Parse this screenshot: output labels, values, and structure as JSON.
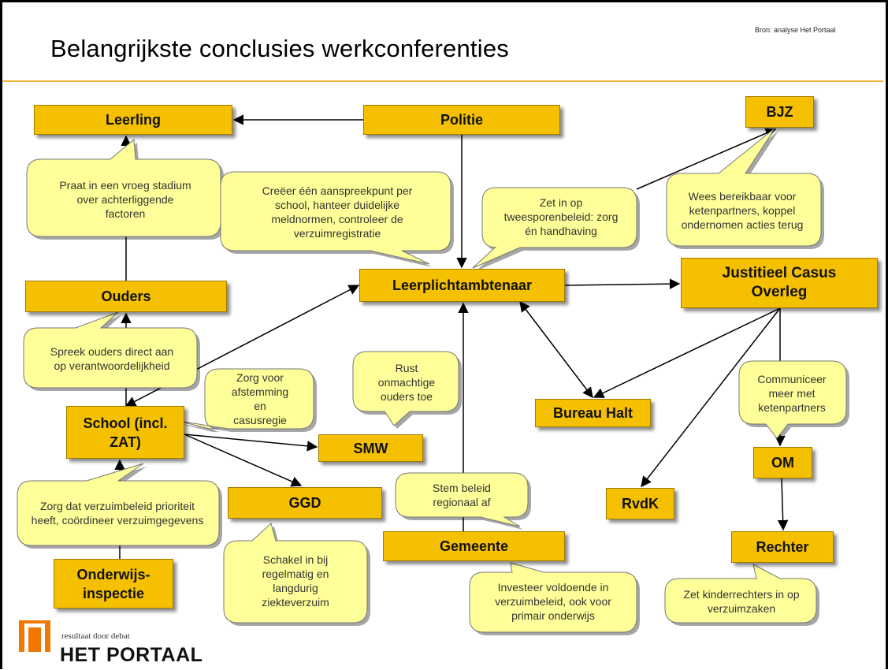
{
  "title": "Belangrijkste conclusies werkconferenties",
  "source": "Bron: analyse Het Portaal",
  "colors": {
    "box_fill": "#f5c000",
    "note_fill": "#ffff99",
    "rule": "#f2b43a",
    "logo": "#f07800"
  },
  "boxes": {
    "leerling": "Leerling",
    "politie": "Politie",
    "bjz": "BJZ",
    "ouders": "Ouders",
    "leerplichtambtenaar": "Leerplichtambtenaar",
    "justitieel": "Justitieel Casus Overleg",
    "school": "School (incl. ZAT)",
    "smw": "SMW",
    "bureau_halt": "Bureau Halt",
    "om": "OM",
    "ggd": "GGD",
    "rvdk": "RvdK",
    "gemeente": "Gemeente",
    "rechter": "Rechter",
    "onderwijsinspectie": "Onderwijs-inspectie"
  },
  "notes": {
    "leerling": "Praat in een vroeg stadium over achterliggende factoren",
    "aanspreekpunt": "Creëer één aanspreekpunt per school, hanteer duidelijke meldnormen, controleer de verzuimregistratie",
    "tweesporen": "Zet in op tweesporenbeleid: zorg én handhaving",
    "bereikbaar": "Wees bereikbaar voor ketenpartners, koppel ondernomen acties terug",
    "ouders": "Spreek ouders direct aan op verantwoordelijkheid",
    "afstemming": "Zorg voor afstemming en casusregie",
    "rust": "Rust onmachtige ouders toe",
    "communiceer": "Communiceer meer met ketenpartners",
    "verzuimbeleid": "Zorg dat verzuimbeleid prioriteit heeft, coördineer verzuimgegevens",
    "stem": "Stem beleid regionaal af",
    "schakel": "Schakel in bij regelmatig en langdurig ziekteverzuim",
    "investeer": "Investeer voldoende in verzuimbeleid, ook voor primair onderwijs",
    "kinderrechters": "Zet kinderrechters in op verzuimzaken"
  },
  "logo": {
    "tagline": "resultaat door debat",
    "name": "HET PORTAAL",
    "icon": "portal-logo-icon"
  }
}
